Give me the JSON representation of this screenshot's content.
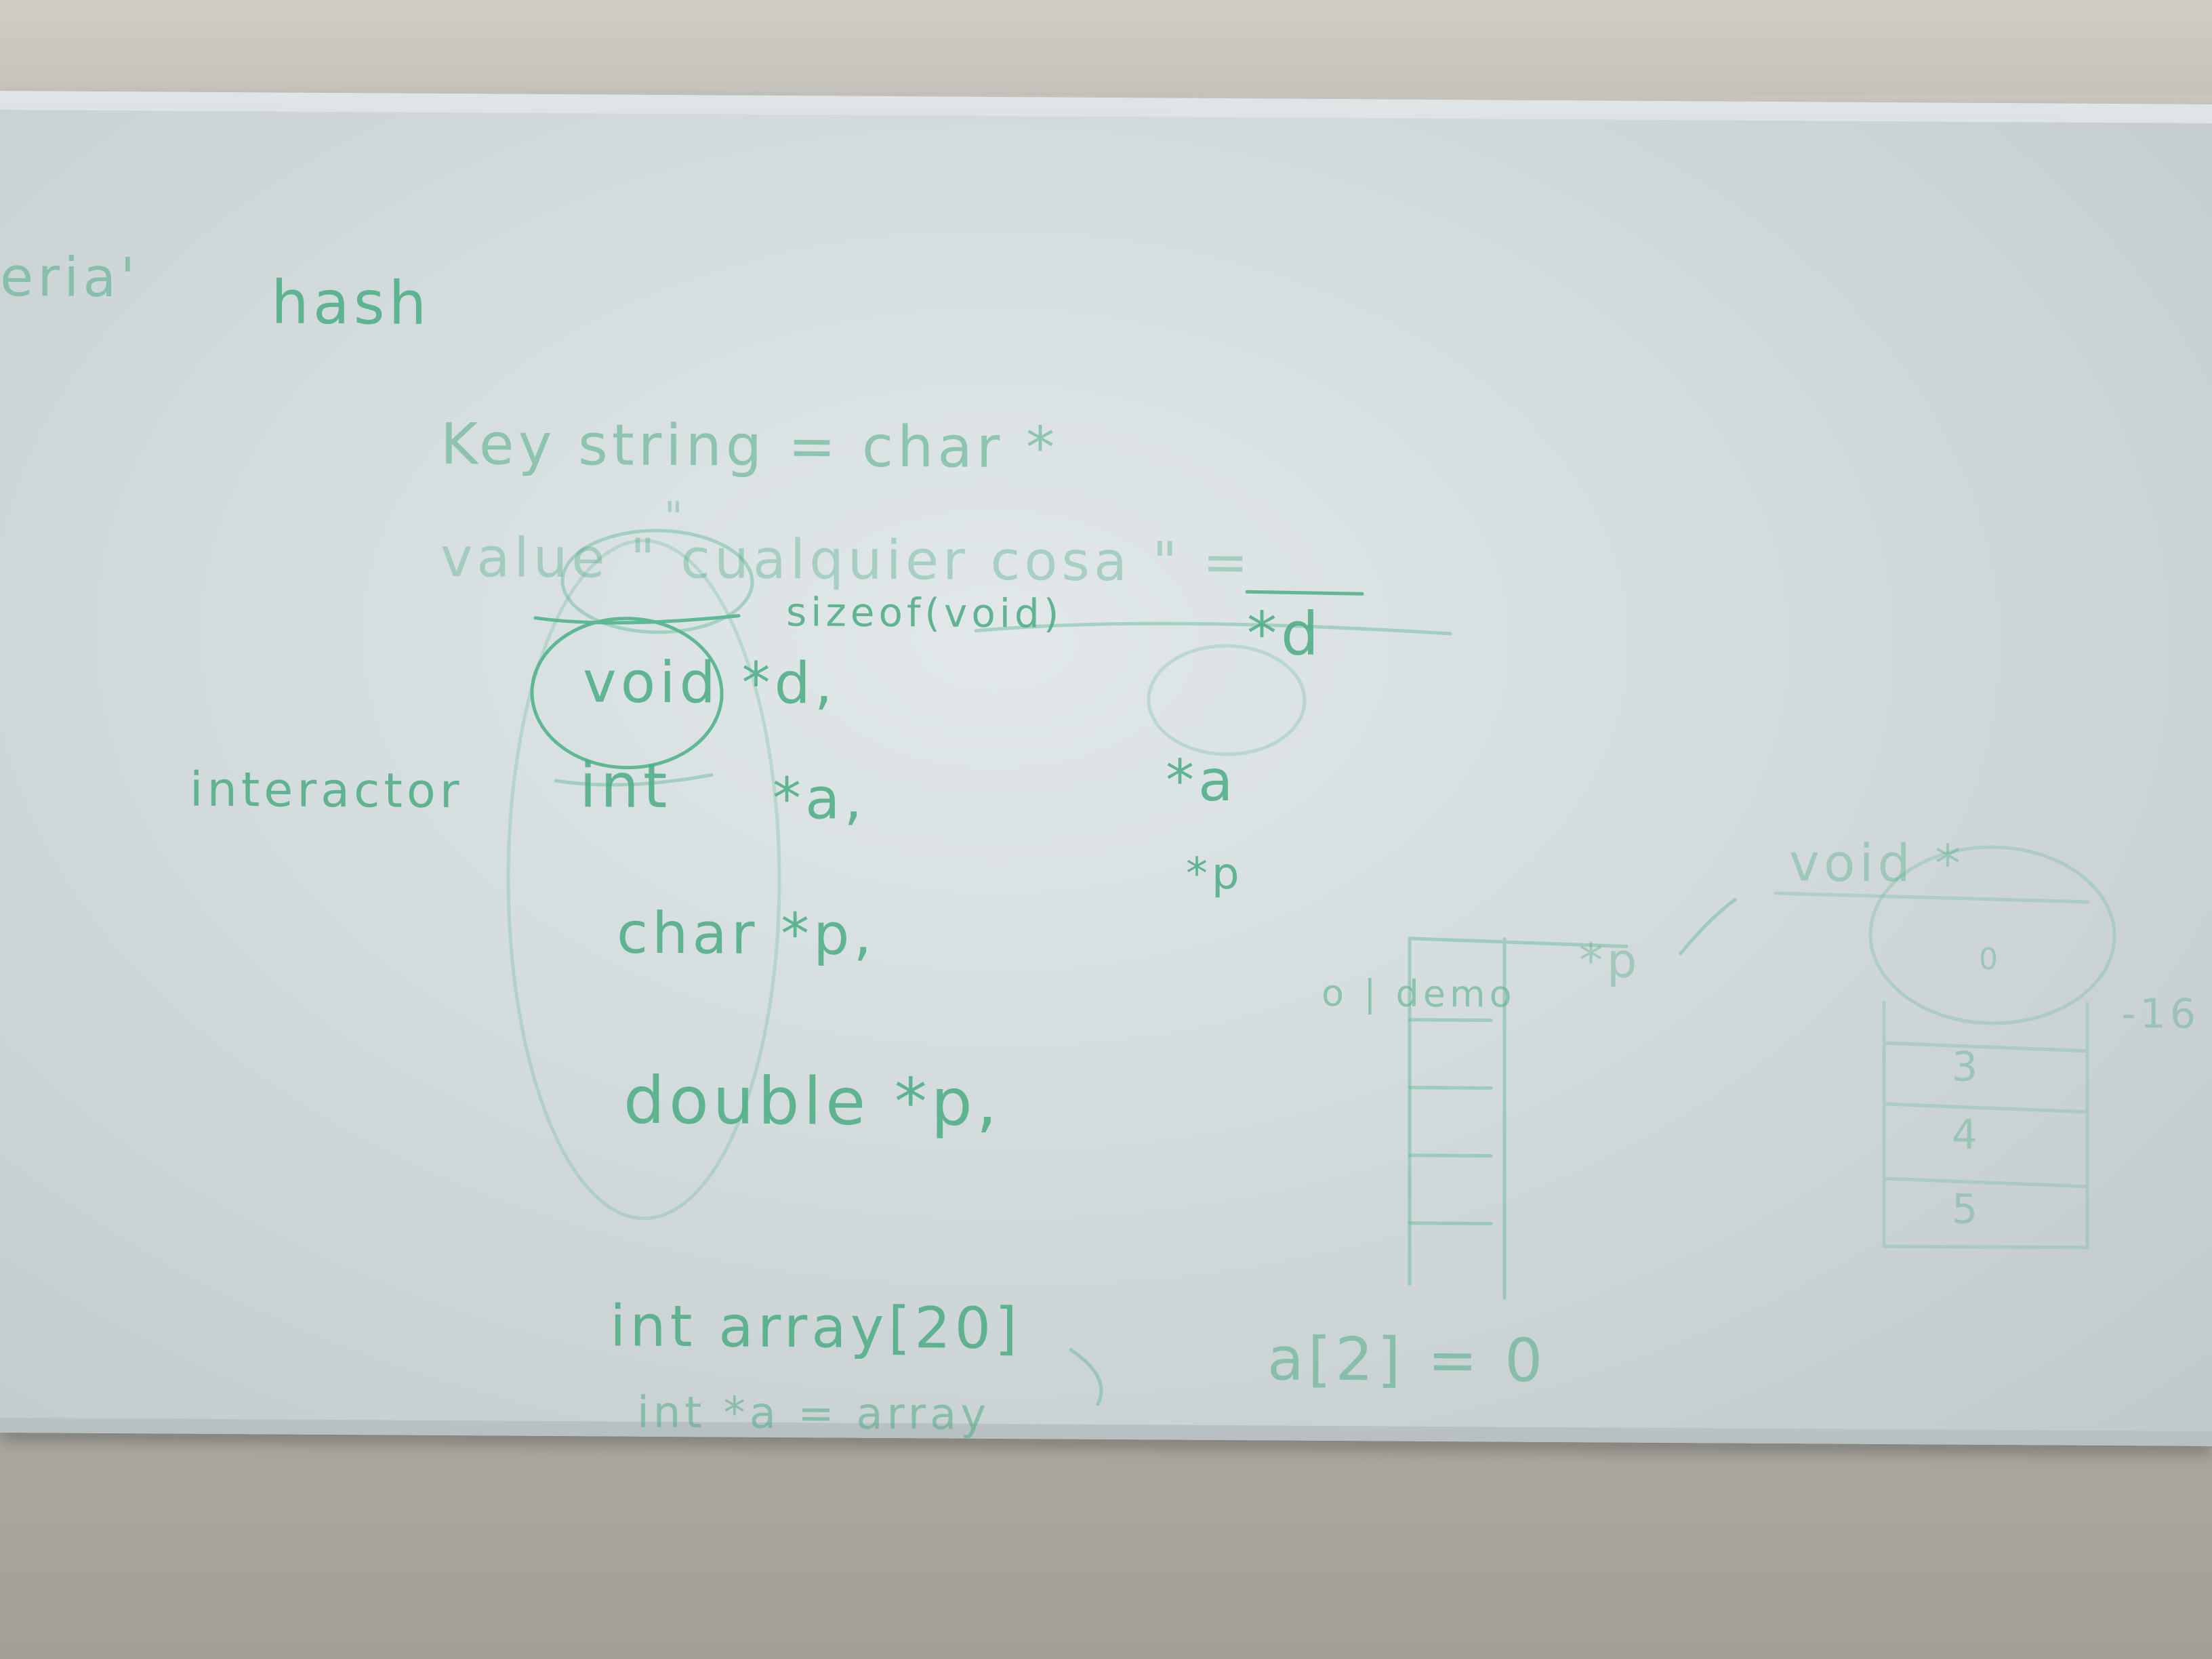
{
  "whiteboard": {
    "ink_color": "#4fae86",
    "text": {
      "top_left_fragment": "eria'",
      "title": "hash",
      "key_line": "Key   string  =  char *",
      "quote_marks": "\"",
      "value_line": "value  \" cualquier cosa \" =",
      "sizeof_note": "sizeof(void)",
      "void_ptr": "void  *d,",
      "interactor": "interactor",
      "int_ptr_type": "int",
      "int_ptr_var": "*a,",
      "char_ptr": "char  *p,",
      "double_ptr": "double  *p,",
      "int_array": "int   array[20]",
      "int_ptr_assign": "int  *a = array",
      "array_assign": "a[2] = 0",
      "right_deref_d": "*d",
      "right_deref_a": "*a",
      "right_deref_p": "*p",
      "right_label_p": "*p",
      "right_demo": "o | demo",
      "right_void_star": "void  *",
      "right_num_1": "0",
      "right_num_3": "3",
      "right_num_4": "4",
      "right_num_5": "5",
      "right_edge_marks": "-16"
    }
  }
}
